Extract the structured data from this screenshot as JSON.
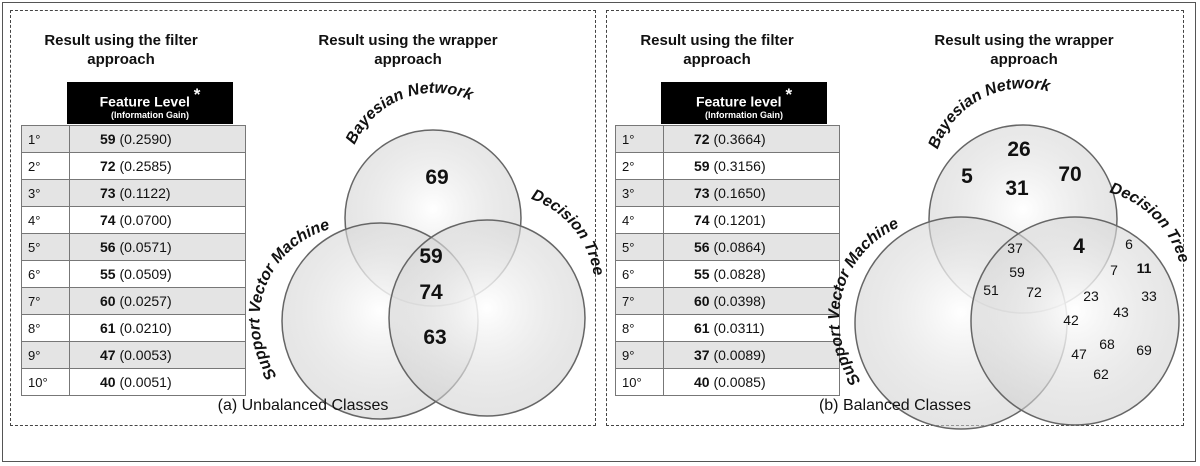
{
  "panel_a": {
    "filter_heading": "Result using the filter approach",
    "wrapper_heading": "Result using the wrapper approach",
    "table_header": {
      "title": "Feature Level",
      "star": "*",
      "subtitle": "(Information Gain)"
    },
    "rows": [
      {
        "rank": "1°",
        "feature": "59",
        "gain": "(0.2590)"
      },
      {
        "rank": "2°",
        "feature": "72",
        "gain": "(0.2585)"
      },
      {
        "rank": "3°",
        "feature": "73",
        "gain": "(0.1122)"
      },
      {
        "rank": "4°",
        "feature": "74",
        "gain": "(0.0700)"
      },
      {
        "rank": "5°",
        "feature": "56",
        "gain": "(0.0571)"
      },
      {
        "rank": "6°",
        "feature": "55",
        "gain": "(0.0509)"
      },
      {
        "rank": "7°",
        "feature": "60",
        "gain": "(0.0257)"
      },
      {
        "rank": "8°",
        "feature": "61",
        "gain": "(0.0210)"
      },
      {
        "rank": "9°",
        "feature": "47",
        "gain": "(0.0053)"
      },
      {
        "rank": "10°",
        "feature": "40",
        "gain": "(0.0051)"
      }
    ],
    "venn": {
      "bayesian": "Bayesian Network",
      "svm": "Support Vector Machine",
      "tree": "Decision Tree",
      "values": {
        "bn_only": "69",
        "center_1": "59",
        "center_2": "74",
        "svm_tree": "63"
      }
    },
    "caption": "(a) Unbalanced Classes"
  },
  "panel_b": {
    "filter_heading": "Result using the filter approach",
    "wrapper_heading": "Result using the wrapper approach",
    "table_header": {
      "title": "Feature level",
      "star": "*",
      "subtitle": "(Information Gain)"
    },
    "rows": [
      {
        "rank": "1°",
        "feature": "72",
        "gain": "(0.3664)"
      },
      {
        "rank": "2°",
        "feature": "59",
        "gain": "(0.3156)"
      },
      {
        "rank": "3°",
        "feature": "73",
        "gain": "(0.1650)"
      },
      {
        "rank": "4°",
        "feature": "74",
        "gain": "(0.1201)"
      },
      {
        "rank": "5°",
        "feature": "56",
        "gain": "(0.0864)"
      },
      {
        "rank": "6°",
        "feature": "55",
        "gain": "(0.0828)"
      },
      {
        "rank": "7°",
        "feature": "60",
        "gain": "(0.0398)"
      },
      {
        "rank": "8°",
        "feature": "61",
        "gain": "(0.0311)"
      },
      {
        "rank": "9°",
        "feature": "37",
        "gain": "(0.0089)"
      },
      {
        "rank": "10°",
        "feature": "40",
        "gain": "(0.0085)"
      }
    ],
    "venn": {
      "bayesian": "Bayesian Network",
      "svm": "Support Vector Machine",
      "tree": "Decision Tree",
      "bn_only": [
        "26",
        "5",
        "31",
        "70"
      ],
      "bn_tree": "4",
      "center": [
        "37",
        "59",
        "51",
        "72"
      ],
      "tree_only": [
        "6",
        "7",
        "11",
        "23",
        "33",
        "43",
        "42",
        "68",
        "69",
        "47",
        "62"
      ]
    },
    "caption": "(b) Balanced Classes"
  }
}
